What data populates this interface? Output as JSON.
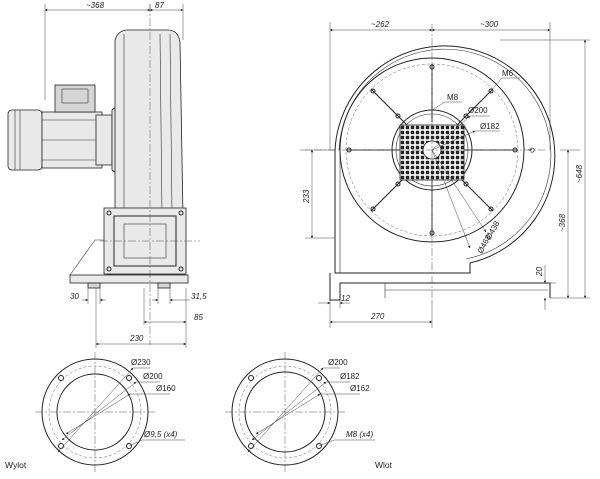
{
  "side_view": {
    "dim_width_overall": "~368",
    "dim_width_inlet": "87",
    "dim_base_offset": "30",
    "dim_base_lug": "31,5",
    "dim_base_outer": "85",
    "dim_base_length": "230"
  },
  "front_view": {
    "dim_left_width": "~262",
    "dim_right_width": "~300",
    "dim_height_overall": "~648",
    "dim_height_axis": "~368",
    "dim_outlet_height": "233",
    "dim_base_plate": "20",
    "dim_foot": "12",
    "dim_foot_length": "270",
    "label_m6": "M6",
    "label_m8": "M8",
    "label_d200": "Ø200",
    "label_d182": "Ø182",
    "label_d438": "Ø438",
    "label_d468": "Ø468",
    "label_rotation": "⟲"
  },
  "outlet_flange": {
    "label_d230": "Ø230",
    "label_d200": "Ø200",
    "label_d160": "Ø160",
    "label_holes": "Ø9,5 (x4)",
    "caption": "Wylot"
  },
  "inlet_flange": {
    "label_d200": "Ø200",
    "label_d182": "Ø182",
    "label_d162": "Ø162",
    "label_holes": "M8 (x4)",
    "caption": "Wlot"
  }
}
